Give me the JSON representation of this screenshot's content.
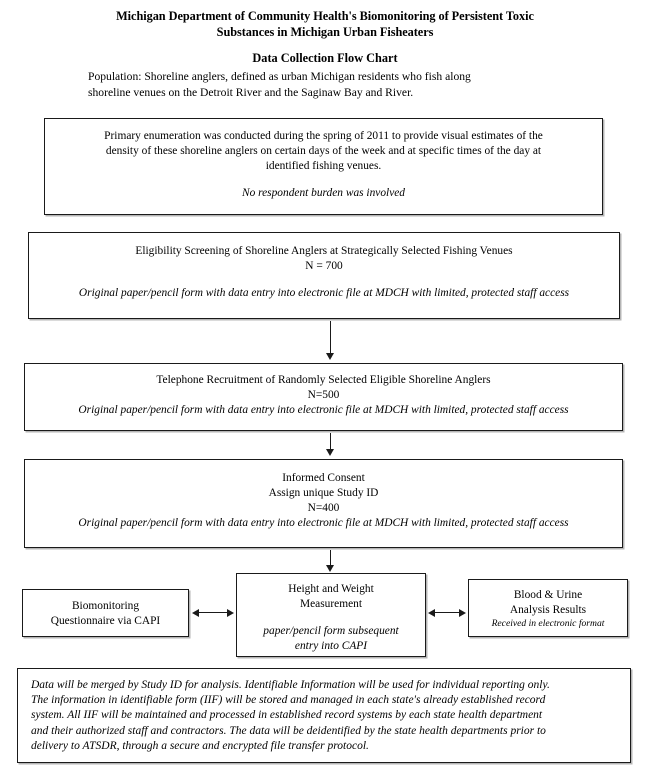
{
  "header": {
    "title_line1": "Michigan Department of Community Health's Biomonitoring of Persistent Toxic",
    "title_line2": "Substances in Michigan Urban Fisheaters",
    "subtitle": "Data Collection Flow Chart",
    "population_line1": "Population:  Shoreline anglers, defined as urban Michigan residents who fish along",
    "population_line2": "shoreline venues on the Detroit River and the Saginaw Bay and River."
  },
  "enumeration_box": {
    "line1": "Primary enumeration was conducted during the spring of 2011 to provide visual estimates of the",
    "line2": "density of these shoreline anglers on certain days of the week and at specific times of the day at",
    "line3": "identified fishing venues.",
    "note": "No respondent burden was involved"
  },
  "eligibility_box": {
    "title": "Eligibility Screening of Shoreline Anglers at Strategically Selected Fishing Venues",
    "count": "N = 700",
    "note": "Original paper/pencil form with data entry into electronic file at MDCH with limited, protected staff access"
  },
  "telephone_box": {
    "title": "Telephone Recruitment of Randomly Selected Eligible Shoreline Anglers",
    "count": "N=500",
    "note": "Original paper/pencil form with data entry into electronic file at MDCH with limited, protected staff access"
  },
  "consent_box": {
    "title": "Informed Consent",
    "subtitle": "Assign unique Study ID",
    "count": "N=400",
    "note": "Original paper/pencil form with data entry into electronic file at MDCH with limited, protected staff access"
  },
  "questionnaire_box": {
    "line1": "Biomonitoring",
    "line2": "Questionnaire via CAPI"
  },
  "measurement_box": {
    "line1": "Height and Weight",
    "line2": "Measurement",
    "note_line1": "paper/pencil form subsequent",
    "note_line2": "entry into CAPI"
  },
  "blood_box": {
    "line1": "Blood & Urine",
    "line2": "Analysis Results",
    "note": "Received in electronic format"
  },
  "merge_box": {
    "line1": "Data will be merged by Study ID for analysis.  Identifiable Information will be used for individual reporting only.",
    "line2": "The information in identifiable form (IIF) will be stored and managed in each state's already established record",
    "line3": "system. All IIF will be maintained and processed in established record systems by each state health department",
    "line4": "and their authorized staff and contractors. The data will be deidentified by the state health departments prior to",
    "line5": "delivery to ATSDR, through a secure and encrypted file transfer protocol."
  },
  "colors": {
    "border": "#1a1a1a",
    "text": "#000000",
    "background": "#ffffff"
  }
}
